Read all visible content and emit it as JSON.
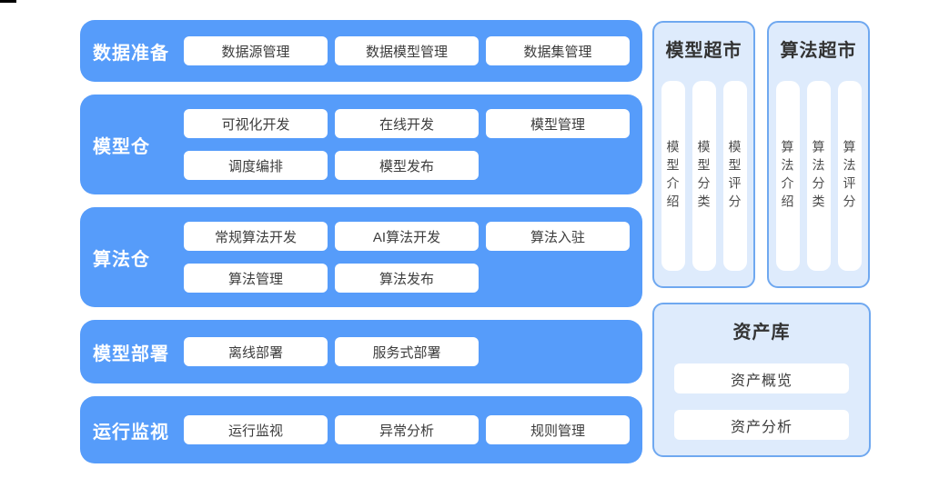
{
  "meta": {
    "corner_mark_color": "#000000"
  },
  "colors": {
    "bar_blue": "#569CFA",
    "panel_bg": "#DEEBFC",
    "panel_border": "#6FA8F0",
    "chip_bg": "#FFFFFF",
    "chip_text": "#3D3D3D",
    "bar_label_text": "#FFFFFF",
    "panel_title_text": "#333333",
    "vertical_item_text": "#4D4D4D"
  },
  "left_sections": [
    {
      "label": "数据准备",
      "rows": [
        [
          "数据源管理",
          "数据模型管理",
          "数据集管理"
        ]
      ]
    },
    {
      "label": "模型仓",
      "rows": [
        [
          "可视化开发",
          "在线开发",
          "模型管理"
        ],
        [
          "调度编排",
          "模型发布"
        ]
      ]
    },
    {
      "label": "算法仓",
      "rows": [
        [
          "常规算法开发",
          "AI算法开发",
          "算法入驻"
        ],
        [
          "算法管理",
          "算法发布"
        ]
      ]
    },
    {
      "label": "模型部署",
      "rows": [
        [
          "离线部署",
          "服务式部署"
        ]
      ]
    },
    {
      "label": "运行监视",
      "rows": [
        [
          "运行监视",
          "异常分析",
          "规则管理"
        ]
      ]
    }
  ],
  "right_panels": {
    "model_supermarket": {
      "title": "模型超市",
      "columns": [
        "模型介绍",
        "模型分类",
        "模型评分"
      ]
    },
    "algorithm_supermarket": {
      "title": "算法超市",
      "columns": [
        "算法介绍",
        "算法分类",
        "算法评分"
      ]
    },
    "asset_library": {
      "title": "资产库",
      "items": [
        "资产概览",
        "资产分析"
      ]
    }
  }
}
